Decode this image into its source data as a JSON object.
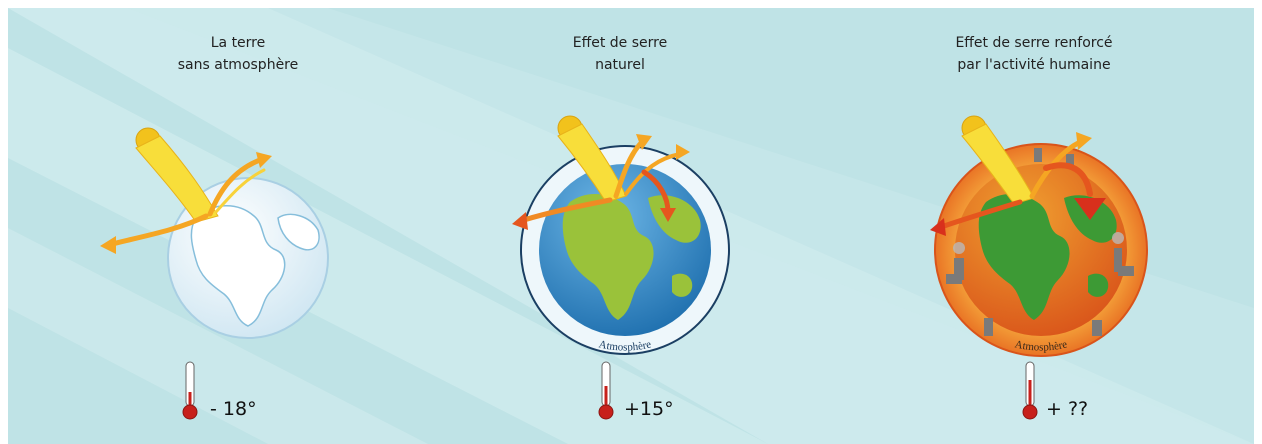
{
  "panels": [
    {
      "title_line1": "La terre",
      "title_line2": "sans atmosphère",
      "temperature": "- 18°",
      "atmosphere_label": ""
    },
    {
      "title_line1": "Effet de serre",
      "title_line2": "naturel",
      "temperature": "+15°",
      "atmosphere_label": "Atmosphère"
    },
    {
      "title_line1": "Effet de serre renforcé",
      "title_line2": "par l'activité humaine",
      "temperature": "+ ??",
      "atmosphere_label": "Atmosphère"
    }
  ],
  "colors": {
    "background": "#bfe3e6",
    "sun": "#f2c21c",
    "ray": "#f8de3a",
    "ocean": "#2f86c4",
    "land": "#9ac23a",
    "atmosphere_ring": "#eef7fb",
    "heated_atmosphere": "#e66d1e",
    "arrow_red": "#d8301c",
    "thermometer_bulb": "#c7201b"
  }
}
